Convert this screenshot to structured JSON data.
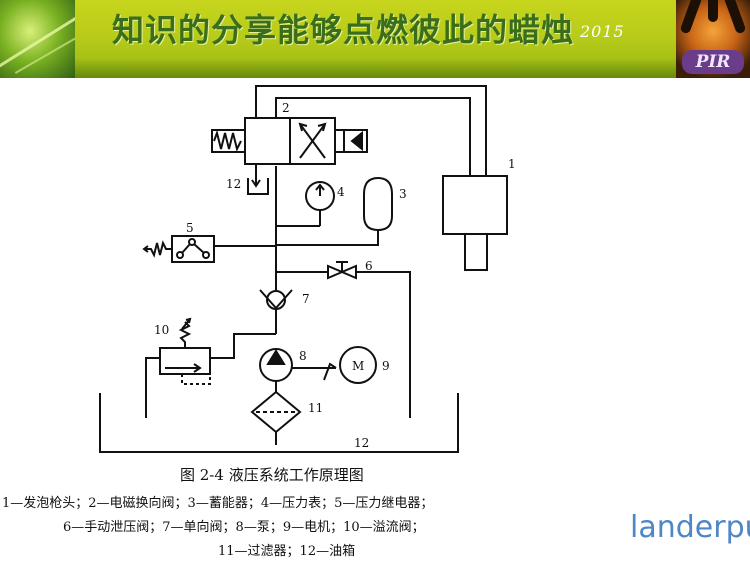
{
  "header": {
    "title": "知识的分享能够点燃彼此的蜡烛",
    "year": "2015",
    "badge": "PIR"
  },
  "diagram": {
    "labels": [
      "1",
      "2",
      "3",
      "4",
      "5",
      "6",
      "7",
      "8",
      "9",
      "10",
      "11",
      "12",
      "12"
    ],
    "motor_letter": "M"
  },
  "caption": "图 2-4    液压系统工作原理图",
  "legend": {
    "line1": "1—发泡枪头；2—电磁换向阀；3—蓄能器；4—压力表；5—压力继电器；",
    "line2": "6—手动泄压阀；7—单向阀；8—泵；9—电机；10—溢流阀；",
    "line3": "11—过滤器；12—油箱"
  },
  "brand": "landerpu"
}
